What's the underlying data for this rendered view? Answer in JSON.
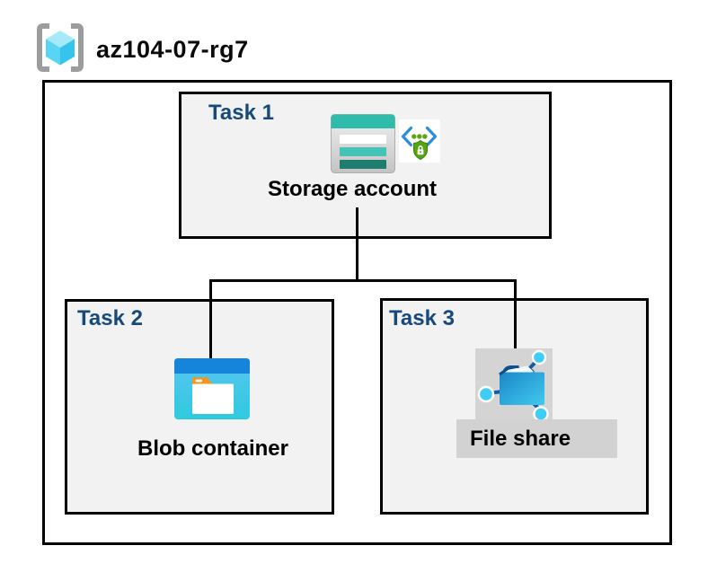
{
  "diagram": {
    "resource_group": {
      "name": "az104-07-rg7",
      "icon": "resource-group-icon"
    },
    "tasks": [
      {
        "label": "Task 1",
        "resource": "Storage account",
        "icons": [
          "storage-account-icon",
          "secure-endpoint-icon"
        ]
      },
      {
        "label": "Task 2",
        "resource": "Blob container",
        "icons": [
          "blob-container-icon"
        ]
      },
      {
        "label": "Task 3",
        "resource": "File share",
        "icons": [
          "file-share-icon"
        ]
      }
    ],
    "connections": [
      {
        "from": "Storage account",
        "to": "Blob container"
      },
      {
        "from": "Storage account",
        "to": "File share"
      }
    ],
    "colors": {
      "task_label": "#17497a",
      "task_box_fill": "#f2f2f2",
      "outline": "#000000",
      "storage_teal": "#2fbcab",
      "blob_blue": "#1585dc",
      "file_share_highlight": "#d4d4d4"
    }
  }
}
